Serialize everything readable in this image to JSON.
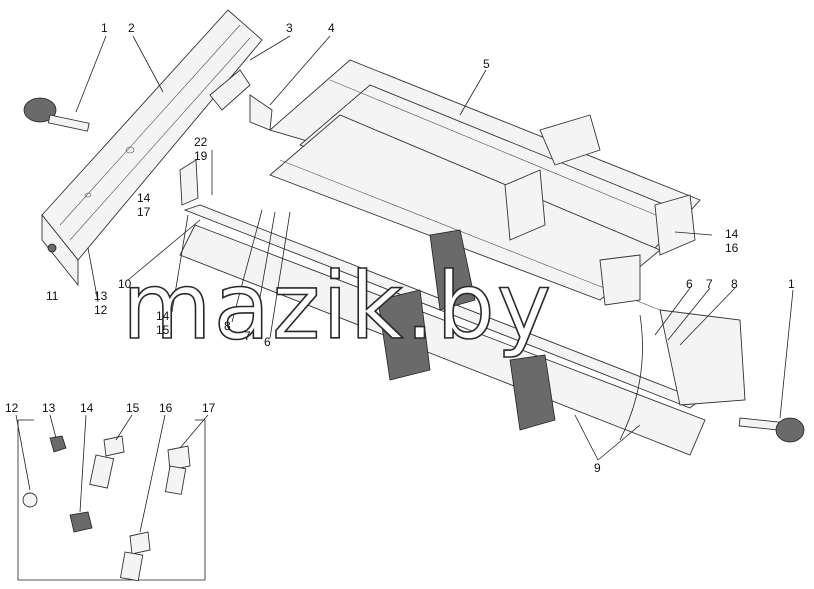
{
  "callouts": [
    {
      "id": "c1a",
      "text": "1"
    },
    {
      "id": "c2",
      "text": "2"
    },
    {
      "id": "c3",
      "text": "3"
    },
    {
      "id": "c4",
      "text": "4"
    },
    {
      "id": "c5",
      "text": "5"
    },
    {
      "id": "c22",
      "text": "22"
    },
    {
      "id": "c19",
      "text": "19"
    },
    {
      "id": "c14a",
      "text": "14"
    },
    {
      "id": "c17a",
      "text": "17"
    },
    {
      "id": "c10",
      "text": "10"
    },
    {
      "id": "c11",
      "text": "11"
    },
    {
      "id": "c13a",
      "text": "13"
    },
    {
      "id": "c12a",
      "text": "12"
    },
    {
      "id": "c14b",
      "text": "14"
    },
    {
      "id": "c15a",
      "text": "15"
    },
    {
      "id": "c8a",
      "text": "8"
    },
    {
      "id": "c7a",
      "text": "7"
    },
    {
      "id": "c6a",
      "text": "6"
    },
    {
      "id": "c14c",
      "text": "14"
    },
    {
      "id": "c16a",
      "text": "16"
    },
    {
      "id": "c6b",
      "text": "6"
    },
    {
      "id": "c7b",
      "text": "7"
    },
    {
      "id": "c8b",
      "text": "8"
    },
    {
      "id": "c1b",
      "text": "1"
    },
    {
      "id": "c9",
      "text": "9"
    },
    {
      "id": "c12b",
      "text": "12"
    },
    {
      "id": "c13b",
      "text": "13"
    },
    {
      "id": "c14d",
      "text": "14"
    },
    {
      "id": "c15b",
      "text": "15"
    },
    {
      "id": "c16b",
      "text": "16"
    },
    {
      "id": "c17b",
      "text": "17"
    }
  ],
  "watermark": "mazik.by"
}
